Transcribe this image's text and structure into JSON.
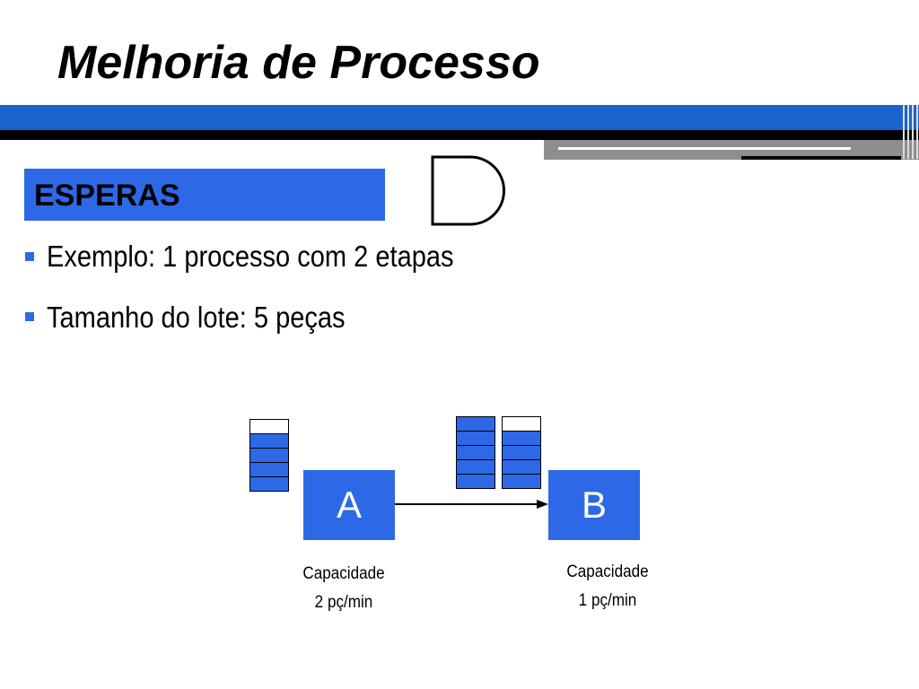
{
  "slide": {
    "title": "Melhoria de Processo",
    "section": "ESPERAS",
    "bullets": [
      "Exemplo: 1 processo com 2 etapas",
      "Tamanho do lote: 5 peças"
    ]
  },
  "diagram": {
    "steps": [
      {
        "label": "A",
        "capacity_line1": "Capacidade",
        "capacity_line2": "2 pç/min"
      },
      {
        "label": "B",
        "capacity_line1": "Capacidade",
        "capacity_line2": "1 pç/min"
      }
    ],
    "buffers": [
      {
        "location": "before A",
        "filled": 4,
        "empty": 1
      },
      {
        "location": "before B (left)",
        "filled": 5,
        "empty": 0
      },
      {
        "location": "before B (right)",
        "filled": 4,
        "empty": 1
      }
    ],
    "symbol": "delay-symbol",
    "arrow": "A to B"
  },
  "colors": {
    "accent": "#2d69e6",
    "header_bar": "#1a63cc"
  }
}
